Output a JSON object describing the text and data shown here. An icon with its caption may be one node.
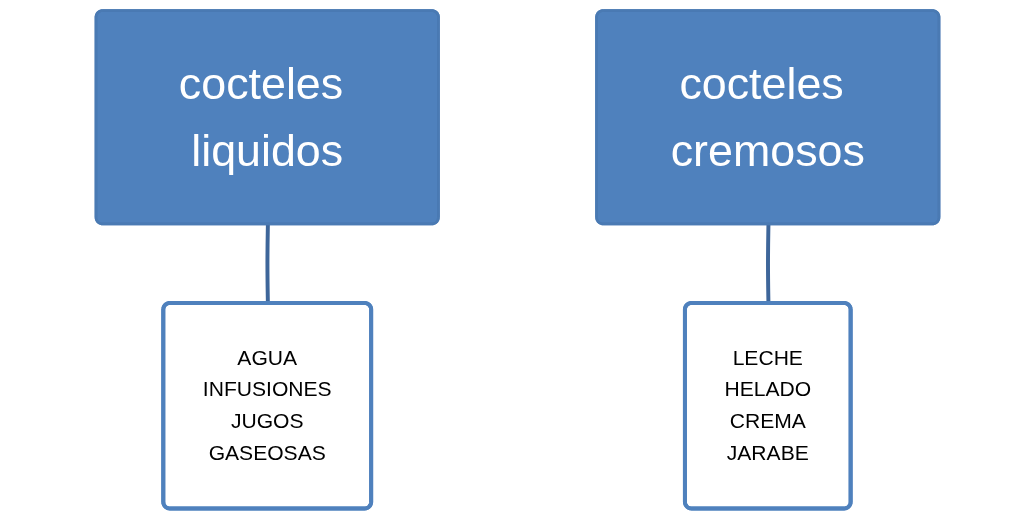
{
  "diagram": {
    "nodes": [
      {
        "text": [
          "cocteles liquidos"
        ]
      },
      {
        "text": [
          "AGUA",
          "INFUSIONES",
          "JUGOS",
          "GASEOSAS"
        ]
      },
      {
        "text": [
          "cocteles cremosos"
        ]
      },
      {
        "text": [
          "LECHE",
          "HELADO",
          "CREMA",
          "JARABE"
        ]
      }
    ],
    "edges": [
      {
        "from": 0,
        "to": 1,
        "arrow": "none"
      },
      {
        "from": 2,
        "to": 3,
        "arrow": "none"
      }
    ]
  }
}
